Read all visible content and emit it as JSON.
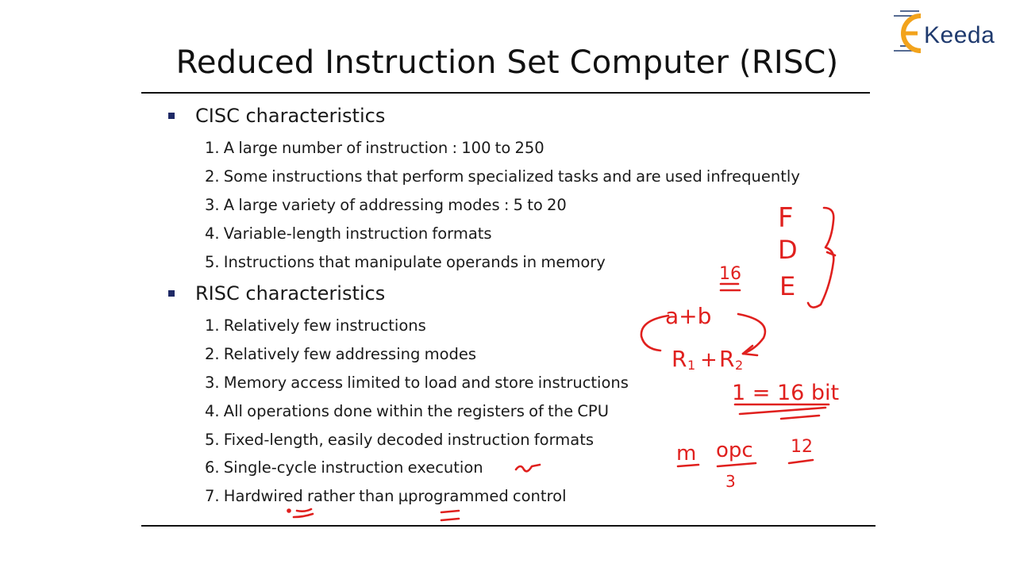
{
  "brand": {
    "logo_text": "Keeda",
    "accent_color": "#f2a31c",
    "text_color": "#1f3a6e"
  },
  "slide": {
    "title": "Reduced Instruction Set Computer (RISC)",
    "cisc": {
      "heading": "CISC characteristics",
      "items": [
        "1. A large number of instruction : 100 to 250",
        "2. Some instructions that perform specialized tasks and are used infrequently",
        "3. A large variety of addressing modes : 5 to 20",
        "4. Variable-length instruction formats",
        "5. Instructions that manipulate operands in memory"
      ]
    },
    "risc": {
      "heading": "RISC characteristics",
      "items": [
        "1. Relatively few instructions",
        "2. Relatively few addressing modes",
        "3. Memory access limited to load and store instructions",
        "4. All operations done within the registers of the CPU",
        "5. Fixed-length, easily decoded instruction formats",
        "6. Single-cycle instruction execution",
        "7. Hardwired rather than µprogrammed control"
      ]
    }
  },
  "annotations": {
    "ink_color": "#e0201e",
    "notes": [
      "F",
      "D",
      "E",
      "16",
      "a+b",
      "R",
      "1",
      "+",
      "R",
      "2",
      "1 = 16 bit",
      "m",
      "opc",
      "12",
      "3"
    ]
  }
}
